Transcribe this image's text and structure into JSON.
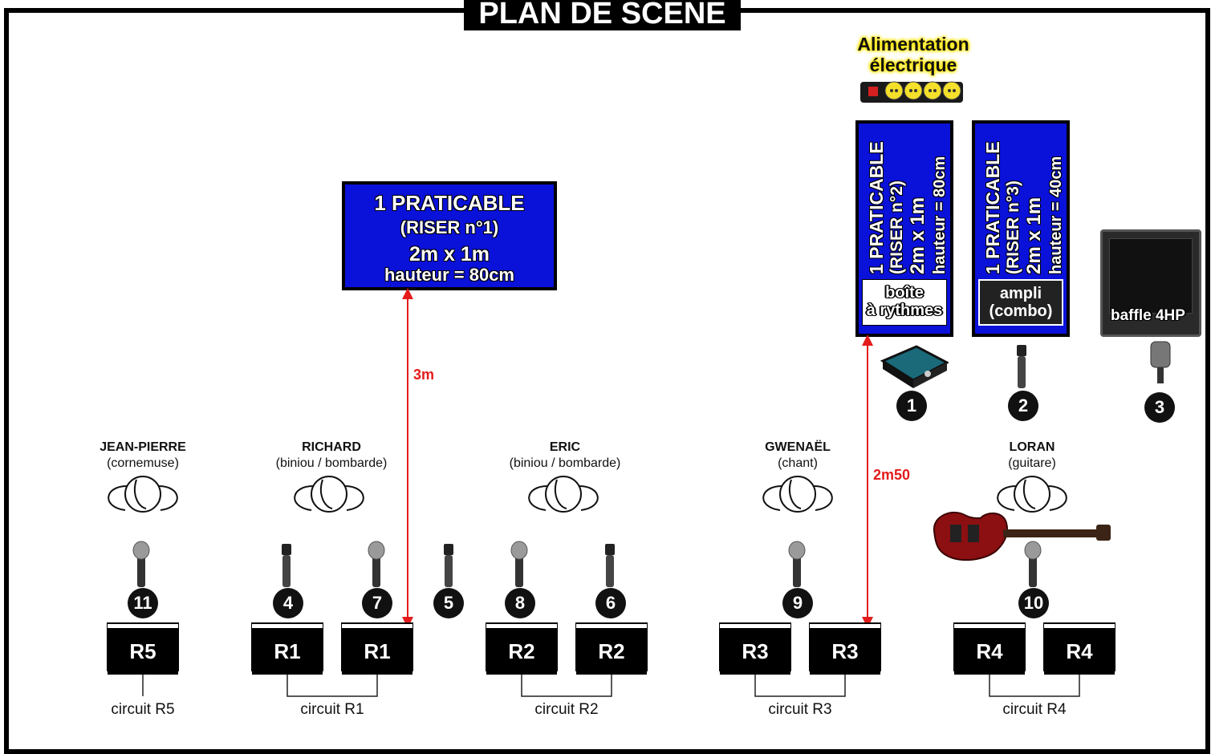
{
  "title": "PLAN DE SCENE",
  "power": {
    "line1": "Alimentation",
    "line2": "électrique"
  },
  "riser1": {
    "line1": "1 PRATICABLE",
    "line2": "(RISER n°1)",
    "line3": "2m x 1m",
    "line4": "hauteur = 80cm"
  },
  "riser2": {
    "line1": "1 PRATICABLE",
    "line2": "(RISER n°2)",
    "line3": "2m x 1m",
    "line4": "hauteur = 80cm",
    "label1": "boîte",
    "label2": "à rythmes"
  },
  "riser3": {
    "line1": "1 PRATICABLE",
    "line2": "(RISER n°3)",
    "line3": "2m x 1m",
    "line4": "hauteur = 40cm",
    "label1": "ampli",
    "label2": "(combo)"
  },
  "cabinet": {
    "label": "baffle 4HP"
  },
  "dimensions": {
    "riser1_distance": "3m",
    "riser2_distance": "2m50"
  },
  "musicians": [
    {
      "name": "JEAN-PIERRE",
      "instrument": "(cornemuse)"
    },
    {
      "name": "RICHARD",
      "instrument": "(biniou / bombarde)"
    },
    {
      "name": "ERIC",
      "instrument": "(biniou / bombarde)"
    },
    {
      "name": "GWENAËL",
      "instrument": "(chant)"
    },
    {
      "name": "LORAN",
      "instrument": "(guitare)"
    }
  ],
  "inputs": [
    "1",
    "2",
    "3",
    "4",
    "5",
    "6",
    "7",
    "8",
    "9",
    "10",
    "11"
  ],
  "monitors": [
    "R5",
    "R1",
    "R1",
    "R2",
    "R2",
    "R3",
    "R3",
    "R4",
    "R4"
  ],
  "circuits": [
    "circuit R5",
    "circuit R1",
    "circuit R2",
    "circuit R3",
    "circuit R4"
  ],
  "colors": {
    "riser_blue": "#0a11d8",
    "dimension_red": "#e41b1b",
    "highlight_yellow": "#ffe600"
  }
}
